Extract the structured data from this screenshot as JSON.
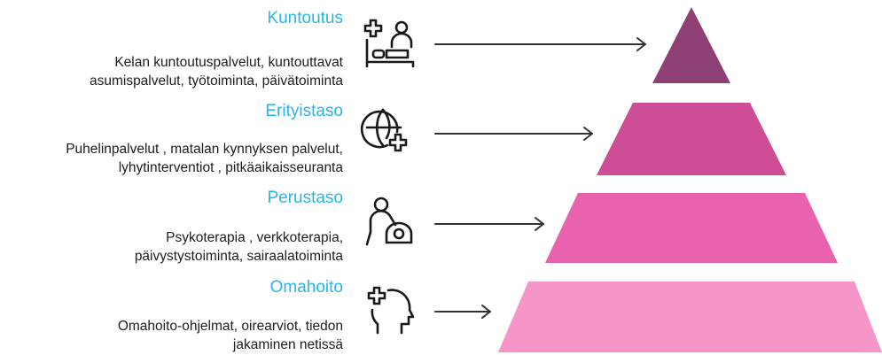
{
  "levels": [
    {
      "title": "Kuntoutus",
      "desc_lines": [
        "Kelan kuntoutuspalvelut, kuntouttavat",
        "asumispalvelut, työtoiminta, päivätoiminta"
      ],
      "icon": "rehabilitation-bed-icon",
      "color": "#8e3f74"
    },
    {
      "title": "Erityistaso",
      "desc_lines": [
        "Puhelinpalvelut , matalan kynnyksen palvelut,",
        "lyhytinterventiot , pitkäaikaisseuranta"
      ],
      "icon": "globe-plus-icon",
      "color": "#cd4d96"
    },
    {
      "title": "Perustaso",
      "desc_lines": [
        "Psykoterapia , verkkoterapia,",
        "päivystystoiminta, sairaalatoiminta"
      ],
      "icon": "caregiver-icon",
      "color": "#e862ad"
    },
    {
      "title": "Omahoito",
      "desc_lines": [
        "Omahoito-ohjelmat, oirearviot, tiedon",
        "jakaminen netissä"
      ],
      "icon": "self-care-head-icon",
      "color": "#f595c8"
    }
  ]
}
